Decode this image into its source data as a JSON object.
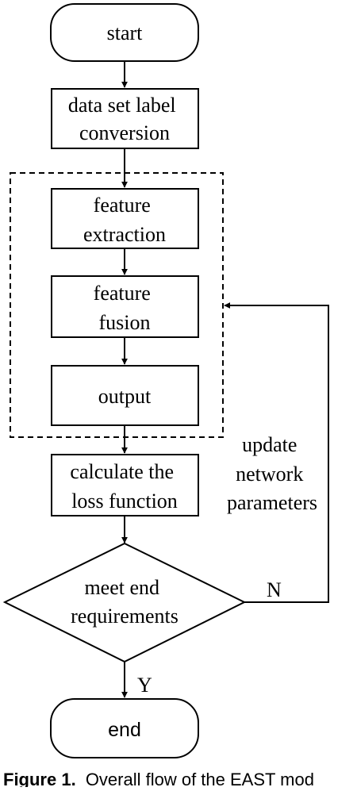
{
  "nodes": {
    "start": "start",
    "data_set": [
      "data set label",
      "conversion"
    ],
    "feature_extraction": [
      "feature",
      "extraction"
    ],
    "feature_fusion": [
      "feature",
      "fusion"
    ],
    "output": "output",
    "loss": [
      "calculate the",
      "loss function"
    ],
    "decision": [
      "meet end",
      "requirements"
    ],
    "end": "end"
  },
  "edges": {
    "update": [
      "update",
      "network",
      "parameters"
    ],
    "no": "N",
    "yes": "Y"
  },
  "caption": {
    "label": "Figure 1.",
    "text": "Overall flow of the EAST mod"
  }
}
